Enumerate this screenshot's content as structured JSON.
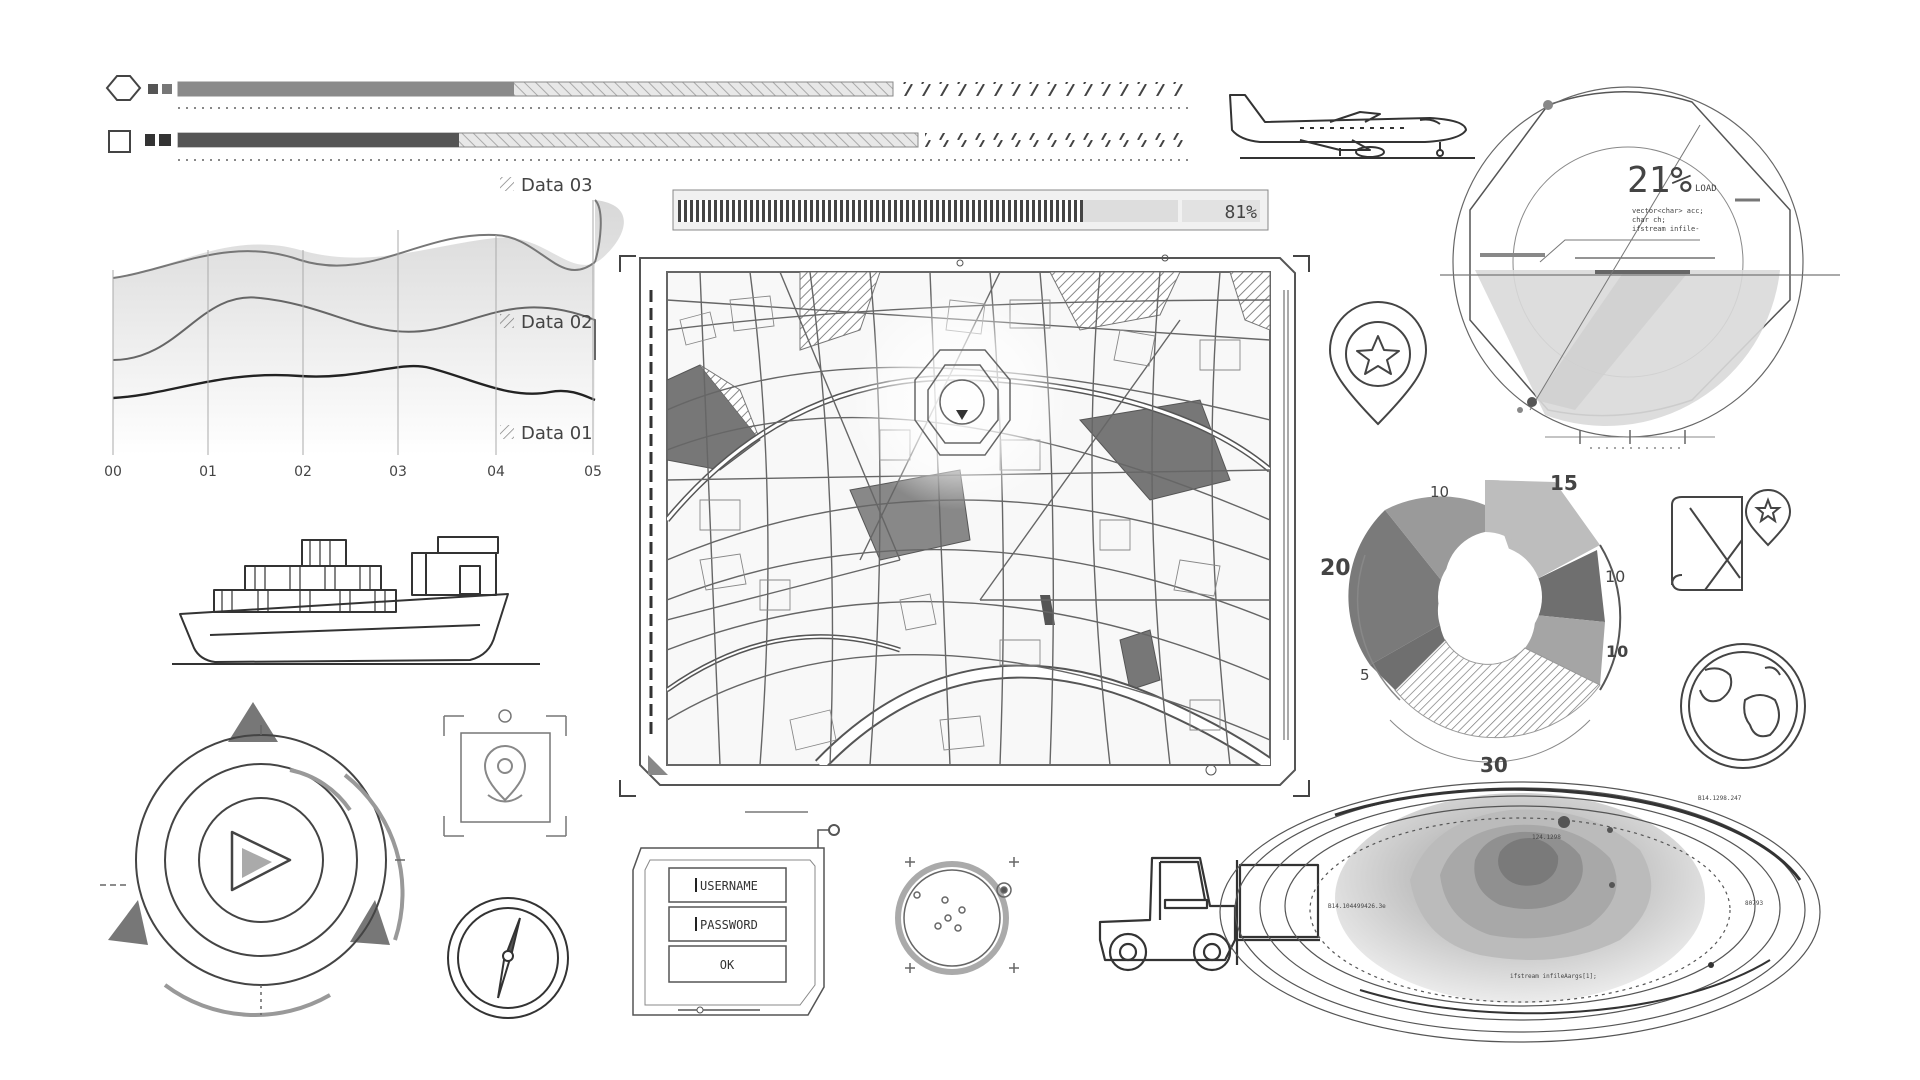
{
  "top_bars": [
    {
      "fill_fraction": 0.47
    },
    {
      "fill_fraction": 0.38
    }
  ],
  "wave_chart": {
    "series_labels": [
      "Data 03",
      "Data 02",
      "Data 01"
    ],
    "x_ticks": [
      "00",
      "01",
      "02",
      "03",
      "04",
      "05"
    ]
  },
  "map_progress": {
    "value": 0.81,
    "label": "81%"
  },
  "gauge": {
    "value": "21%",
    "unit": "LOAD",
    "code_lines": [
      "vector<char> acc;",
      "char ch;",
      "ifstream infile-"
    ]
  },
  "donut": {
    "labels": [
      "15",
      "10",
      "10",
      "30",
      "5",
      "20",
      "10"
    ]
  },
  "login": {
    "username_label": "USERNAME",
    "password_label": "PASSWORD",
    "ok_label": "OK"
  },
  "contour": {
    "tags": [
      "B14.1298.247",
      "B14.104499426.3e",
      "80793",
      "124.1298",
      "ifstream infileAargs[1];"
    ]
  },
  "colors": {
    "stroke": "#555555",
    "dark_fill": "#6f6f6f",
    "mid_fill": "#9a9a9a",
    "light_fill": "#c8c8c8"
  },
  "icons": [
    "hexagon-icon",
    "square-icon",
    "airplane-icon",
    "ship-icon",
    "map-pin-star-icon",
    "folded-map-star-icon",
    "globe-icon",
    "play-icon",
    "location-pin-icon",
    "compass-icon",
    "forklift-icon"
  ]
}
